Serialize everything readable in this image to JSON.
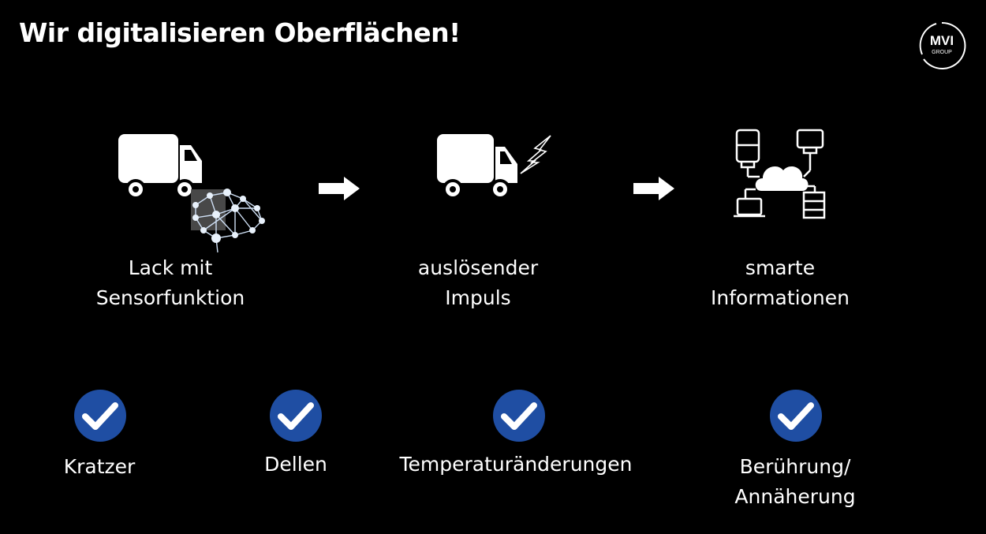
{
  "title": "Wir digitalisieren Oberflächen!",
  "logo": {
    "line1": "MVI",
    "line2": "GROUP"
  },
  "steps": [
    {
      "line1": "Lack mit",
      "line2": "Sensorfunktion"
    },
    {
      "line1": "auslösender",
      "line2": "Impuls"
    },
    {
      "line1": "smarte",
      "line2": "Informationen"
    }
  ],
  "features": [
    {
      "line1": "Kratzer",
      "line2": ""
    },
    {
      "line1": "Dellen",
      "line2": ""
    },
    {
      "line1": "Temperaturänderungen",
      "line2": ""
    },
    {
      "line1": "Berührung/",
      "line2": "Annäherung"
    }
  ],
  "colors": {
    "background": "#000000",
    "check": "#1f4ea3",
    "text": "#ffffff"
  }
}
